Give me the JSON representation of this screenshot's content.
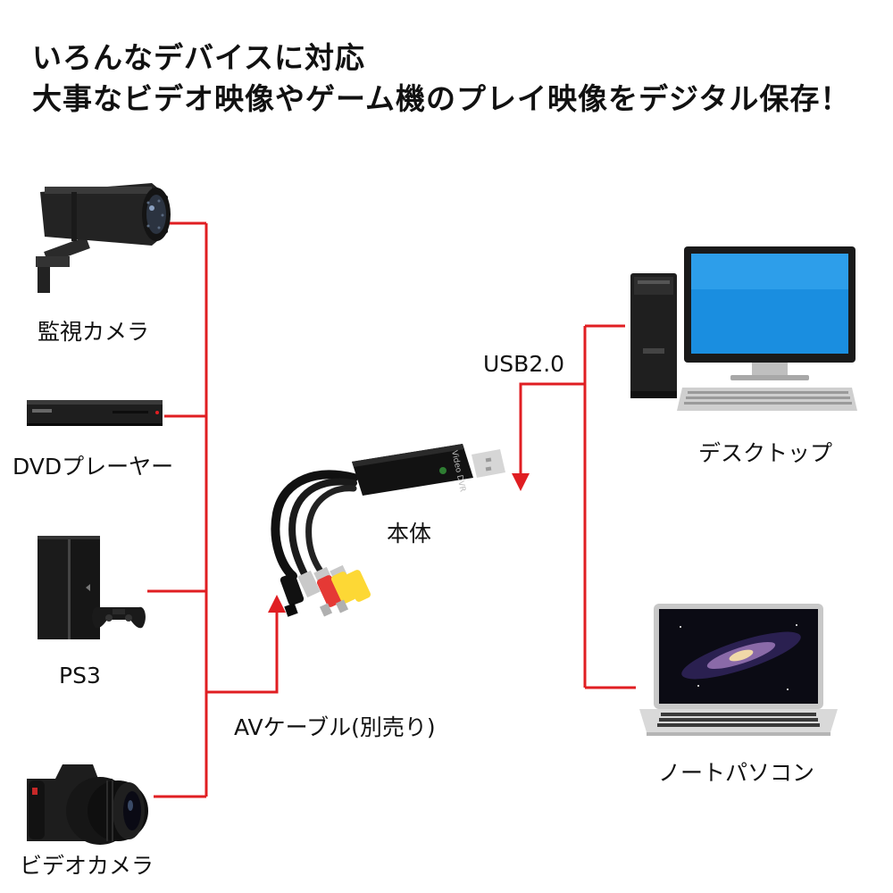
{
  "headline": {
    "line1": "いろんなデバイスに対応",
    "line2": "大事なビデオ映像やゲーム機のプレイ映像をデジタル保存！"
  },
  "devices": {
    "camera": "監視カメラ",
    "dvd": "DVDプレーヤー",
    "ps3": "PS3",
    "video_camera": "ビデオカメラ",
    "desktop": "デスクトップ",
    "laptop": "ノートパソコン"
  },
  "product": {
    "body_label": "本体",
    "device_print": "Video DVR"
  },
  "connections": {
    "av_cable": "AVケーブル(別売り)",
    "usb": "USB2.0"
  },
  "colors": {
    "wire": "#e01e22",
    "device_dark": "#1c1c1c",
    "screen_blue": "#1a8ee0"
  }
}
